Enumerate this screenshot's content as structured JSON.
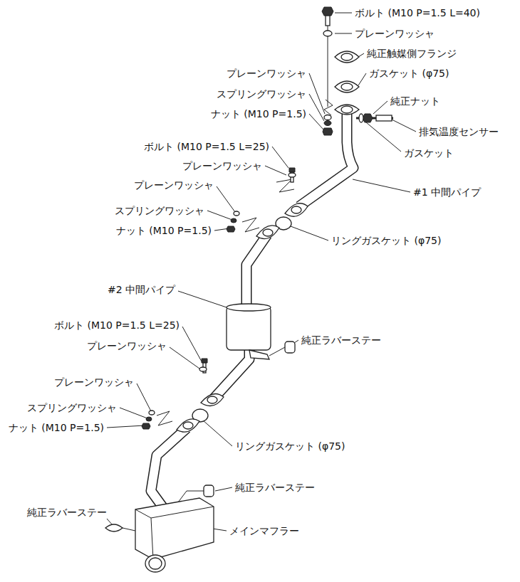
{
  "diagram": {
    "labels": [
      "ボルト (M10 P=1.5 L=40)",
      "プレーンワッシャ",
      "純正触媒側フランジ",
      "ガスケット (φ75)",
      "プレーンワッシャ",
      "スプリングワッシャ",
      "ナット (M10 P=1.5)",
      "純正ナット",
      "排気温度センサー",
      "ガスケット",
      "ボルト (M10 P=1.5 L=25)",
      "プレーンワッシャ",
      "#1 中間パイプ",
      "プレーンワッシャ",
      "スプリングワッシャ",
      "ナット (M10 P=1.5)",
      "リングガスケット (φ75)",
      "#2 中間パイプ",
      "ボルト (M10 P=1.5 L=25)",
      "プレーンワッシャ",
      "純正ラバーステー",
      "プレーンワッシャ",
      "スプリングワッシャ",
      "ナット (M10 P=1.5)",
      "リングガスケット (φ75)",
      "純正ラバーステー",
      "純正ラバーステー",
      "メインマフラー"
    ]
  }
}
